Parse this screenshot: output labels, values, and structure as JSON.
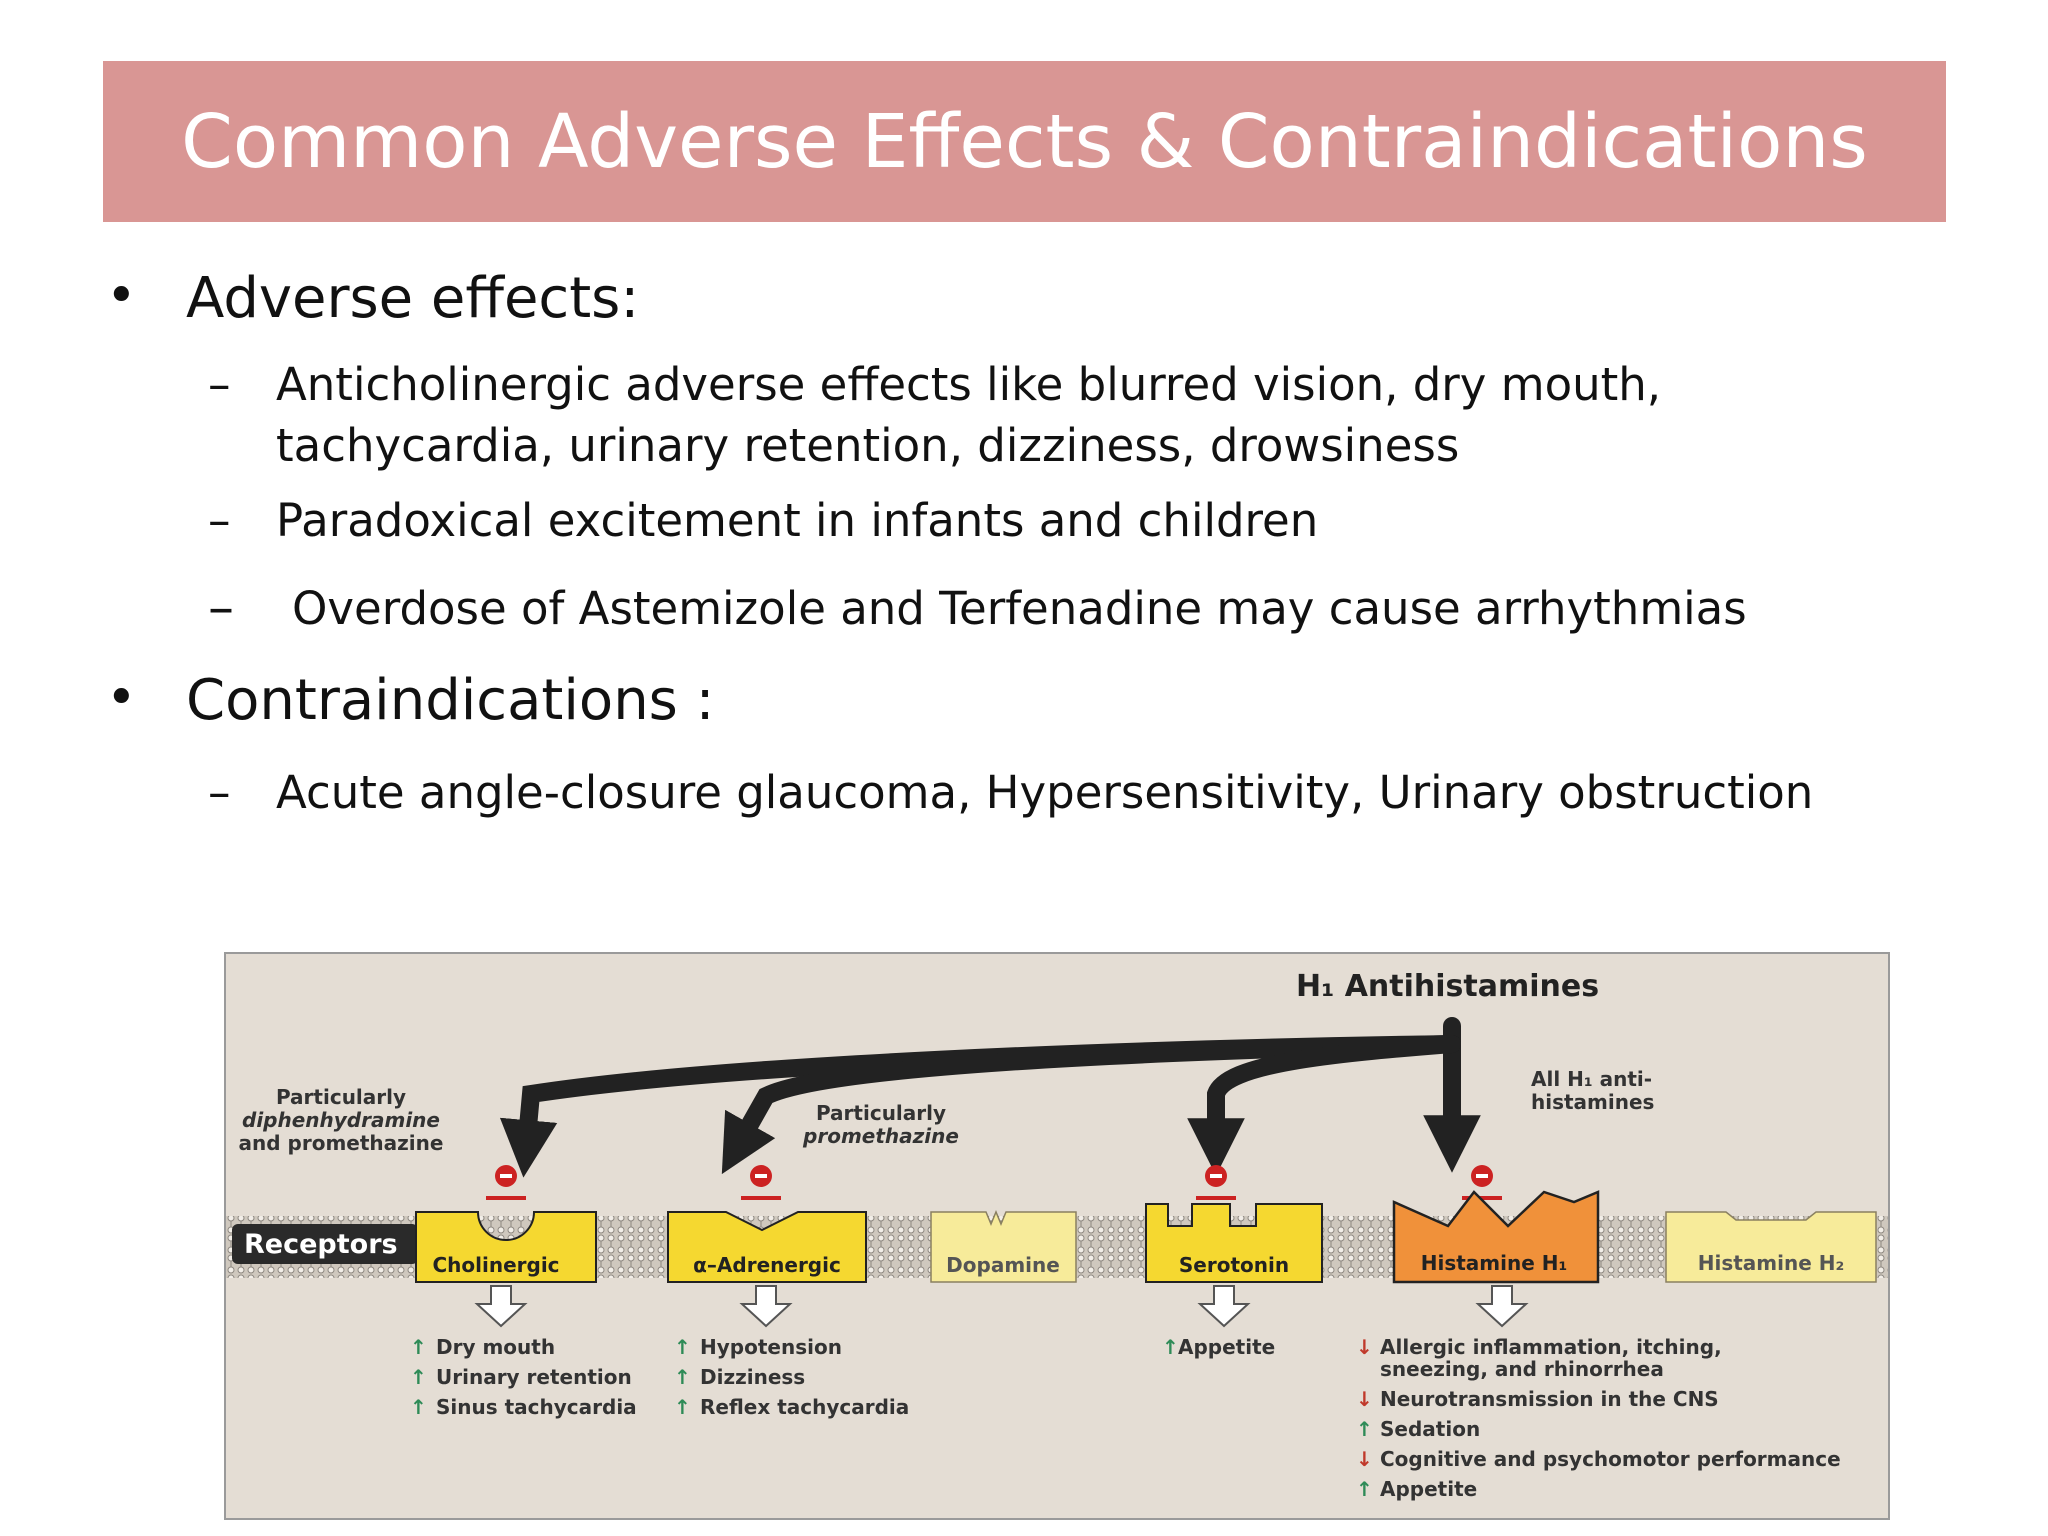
{
  "title": "Common Adverse Effects & Contraindications",
  "sections": [
    {
      "bullet": "•",
      "heading": "Adverse effects:",
      "items": [
        {
          "line1": "Anticholinergic adverse effects like blurred vision, dry mouth,",
          "line2": "tachycardia, urinary retention, dizziness, drowsiness"
        },
        {
          "line1": "Paradoxical excitement in infants and children"
        },
        {
          "line1": "Overdose of Astemizole and Terfenadine may cause arrhythmias"
        }
      ]
    },
    {
      "bullet": "•",
      "heading": "Contraindications :",
      "items": [
        {
          "line1": "Acute angle-closure glaucoma, Hypersensitivity, Urinary obstruction"
        }
      ]
    }
  ],
  "dash": "–",
  "figure": {
    "title": "H₁ Antihistamines",
    "receptors_label": "Receptors",
    "note_left_1": "Particularly",
    "note_left_2": "diphenhydramine",
    "note_left_3": "and promethazine",
    "note_mid_1": "Particularly",
    "note_mid_2": "promethazine",
    "note_right_1": "All H₁ anti-",
    "note_right_2": "histamines",
    "receptors": [
      "Cholinergic",
      "α–Adrenergic",
      "Dopamine",
      "Serotonin",
      "Histamine H₁",
      "Histamine H₂"
    ],
    "effects_cholinergic": [
      "Dry mouth",
      "Urinary retention",
      "Sinus tachycardia"
    ],
    "effects_adrenergic": [
      "Hypotension",
      "Dizziness",
      "Reflex tachycardia"
    ],
    "effects_serotonin": [
      "Appetite"
    ],
    "effects_h1": [
      "Allergic inflammation, itching,",
      "sneezing, and rhinorrhea",
      "Neurotransmission in the CNS",
      "Sedation",
      "Cognitive and psychomotor performance",
      "Appetite"
    ],
    "colors": {
      "receptor_yellow": "#f5d830",
      "receptor_orange": "#f0913a",
      "receptor_pale": "#f7eb9a",
      "up_arrow": "#2e8b57",
      "down_arrow": "#c0392b",
      "block_red": "#cc2222"
    }
  }
}
